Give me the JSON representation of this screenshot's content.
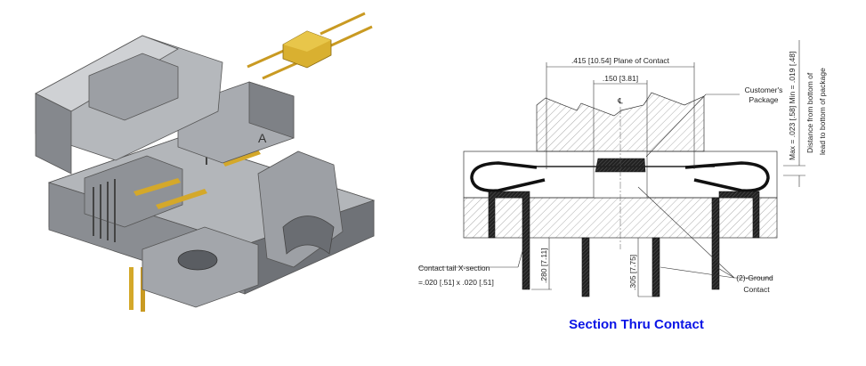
{
  "left_figure": {
    "marking": "A"
  },
  "section": {
    "title": "Section Thru Contact",
    "dim_plane_of_contact": ".415 [10.54]  Plane of Contact",
    "dim_center": ".150 [3.81]",
    "centerline_symbol": "℄",
    "customers_package_line1": "Customer's",
    "customers_package_line2": "Package",
    "lead_distance_values": "Max = .023 [.58]  Min = .019 [.48]",
    "lead_distance_line1": "Distance from bottom of",
    "lead_distance_line2": "lead to bottom of package",
    "contact_tail_line1": "Contact tail X-section",
    "contact_tail_line2": "=.020 [.51] x .020 [.51]",
    "dim_280": ".280 [7.11]",
    "dim_305": ".305 [7.75]",
    "ground_line1": "(2)-Ground",
    "ground_line2": "Contact"
  },
  "colors": {
    "title": "#0a14e6",
    "body_grey": "#8e9196",
    "gold": "#d4a82a"
  }
}
